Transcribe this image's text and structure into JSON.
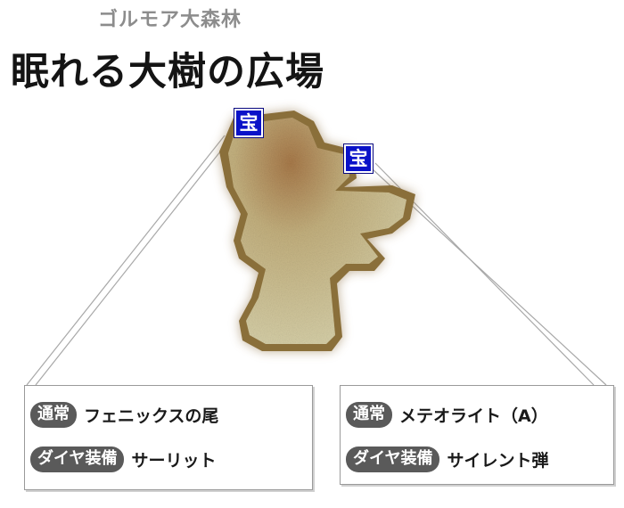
{
  "header": {
    "area_name": "ゴルモア大森林",
    "place_name": "眠れる大樹の広場"
  },
  "map": {
    "chest_label": "宝",
    "chest_color": "#0a12c8",
    "floor_color": "#c9bd8a",
    "border_color": "#8a6f3a"
  },
  "treasures": [
    {
      "normal_tag": "通常",
      "normal_item": "フェニックスの尾",
      "diamond_tag": "ダイヤ装備",
      "diamond_item": "サーリット"
    },
    {
      "normal_tag": "通常",
      "normal_item": "メテオライト（A）",
      "diamond_tag": "ダイヤ装備",
      "diamond_item": "サイレント弾"
    }
  ]
}
